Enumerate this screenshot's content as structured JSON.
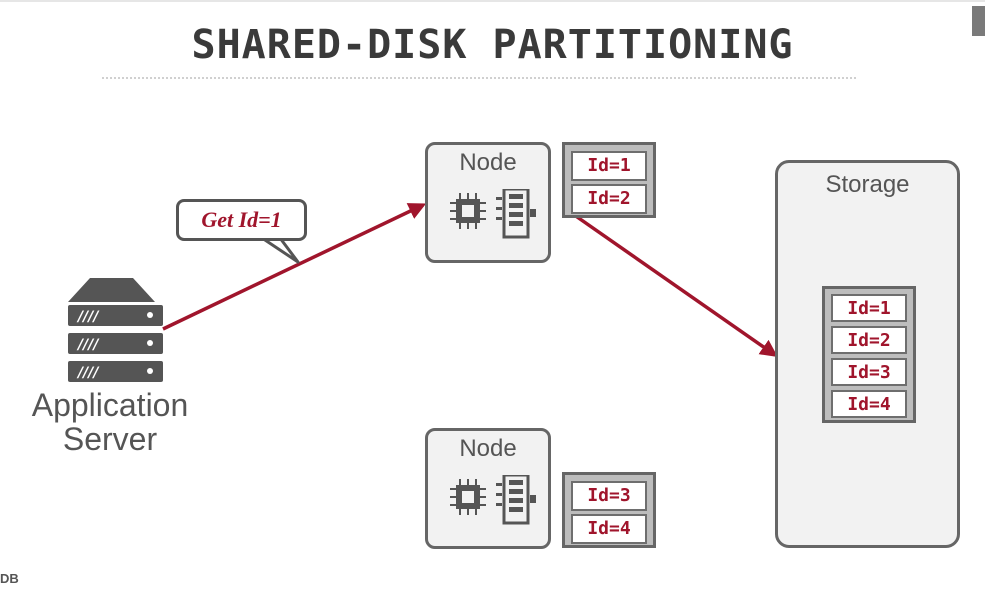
{
  "slide": {
    "title": "SHARED-DISK PARTITIONING",
    "footer": "DB"
  },
  "app_server": {
    "label_line1": "Application",
    "label_line2": "Server"
  },
  "request": {
    "label": "Get Id=1"
  },
  "nodes": [
    {
      "label": "Node",
      "ids": [
        "Id=1",
        "Id=2"
      ]
    },
    {
      "label": "Node",
      "ids": [
        "Id=3",
        "Id=4"
      ]
    }
  ],
  "storage": {
    "label": "Storage",
    "ids": [
      "Id=1",
      "Id=2",
      "Id=3",
      "Id=4"
    ]
  },
  "colors": {
    "accent": "#a0152c",
    "frame": "#666666",
    "fill": "#f2f2f2",
    "text": "#555555"
  }
}
